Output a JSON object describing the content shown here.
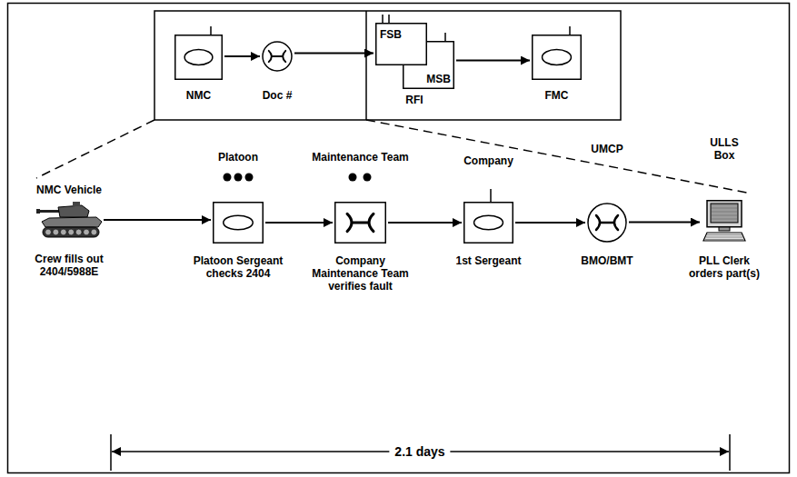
{
  "diagram": {
    "nodes": [
      {
        "text": [
          "NMC"
        ]
      },
      {
        "text": [
          "Doc #"
        ]
      },
      {
        "text": [
          "FSB"
        ]
      },
      {
        "text": [
          "MSB"
        ]
      },
      {
        "text": [
          "FMC"
        ]
      },
      {
        "text": [
          "NMC Vehicle",
          "Crew fills out 2404/5988E"
        ]
      },
      {
        "text": [
          "Platoon",
          "Platoon Sergeant checks 2404"
        ]
      },
      {
        "text": [
          "Maintenance Team",
          "Company Maintenance Team verifies fault"
        ]
      },
      {
        "text": [
          "Company",
          "1st Sergeant"
        ]
      },
      {
        "text": [
          "UMCP",
          "BMO/BMT"
        ]
      },
      {
        "text": [
          "ULLS Box",
          "PLL Clerk orders part(s)"
        ]
      }
    ],
    "edges": [
      {
        "from": 0,
        "to": 1,
        "arrow": "to"
      },
      {
        "from": 1,
        "to": 2,
        "arrow": "to"
      },
      {
        "from": 3,
        "to": 4,
        "arrow": "to"
      },
      {
        "from": 5,
        "to": 6,
        "arrow": "to"
      },
      {
        "from": 6,
        "to": 7,
        "arrow": "to"
      },
      {
        "from": 7,
        "to": 8,
        "arrow": "to"
      },
      {
        "from": 8,
        "to": 9,
        "arrow": "to"
      },
      {
        "from": 9,
        "to": 10,
        "arrow": "to"
      }
    ],
    "labels": [
      "RFI",
      "2.1 days"
    ]
  }
}
